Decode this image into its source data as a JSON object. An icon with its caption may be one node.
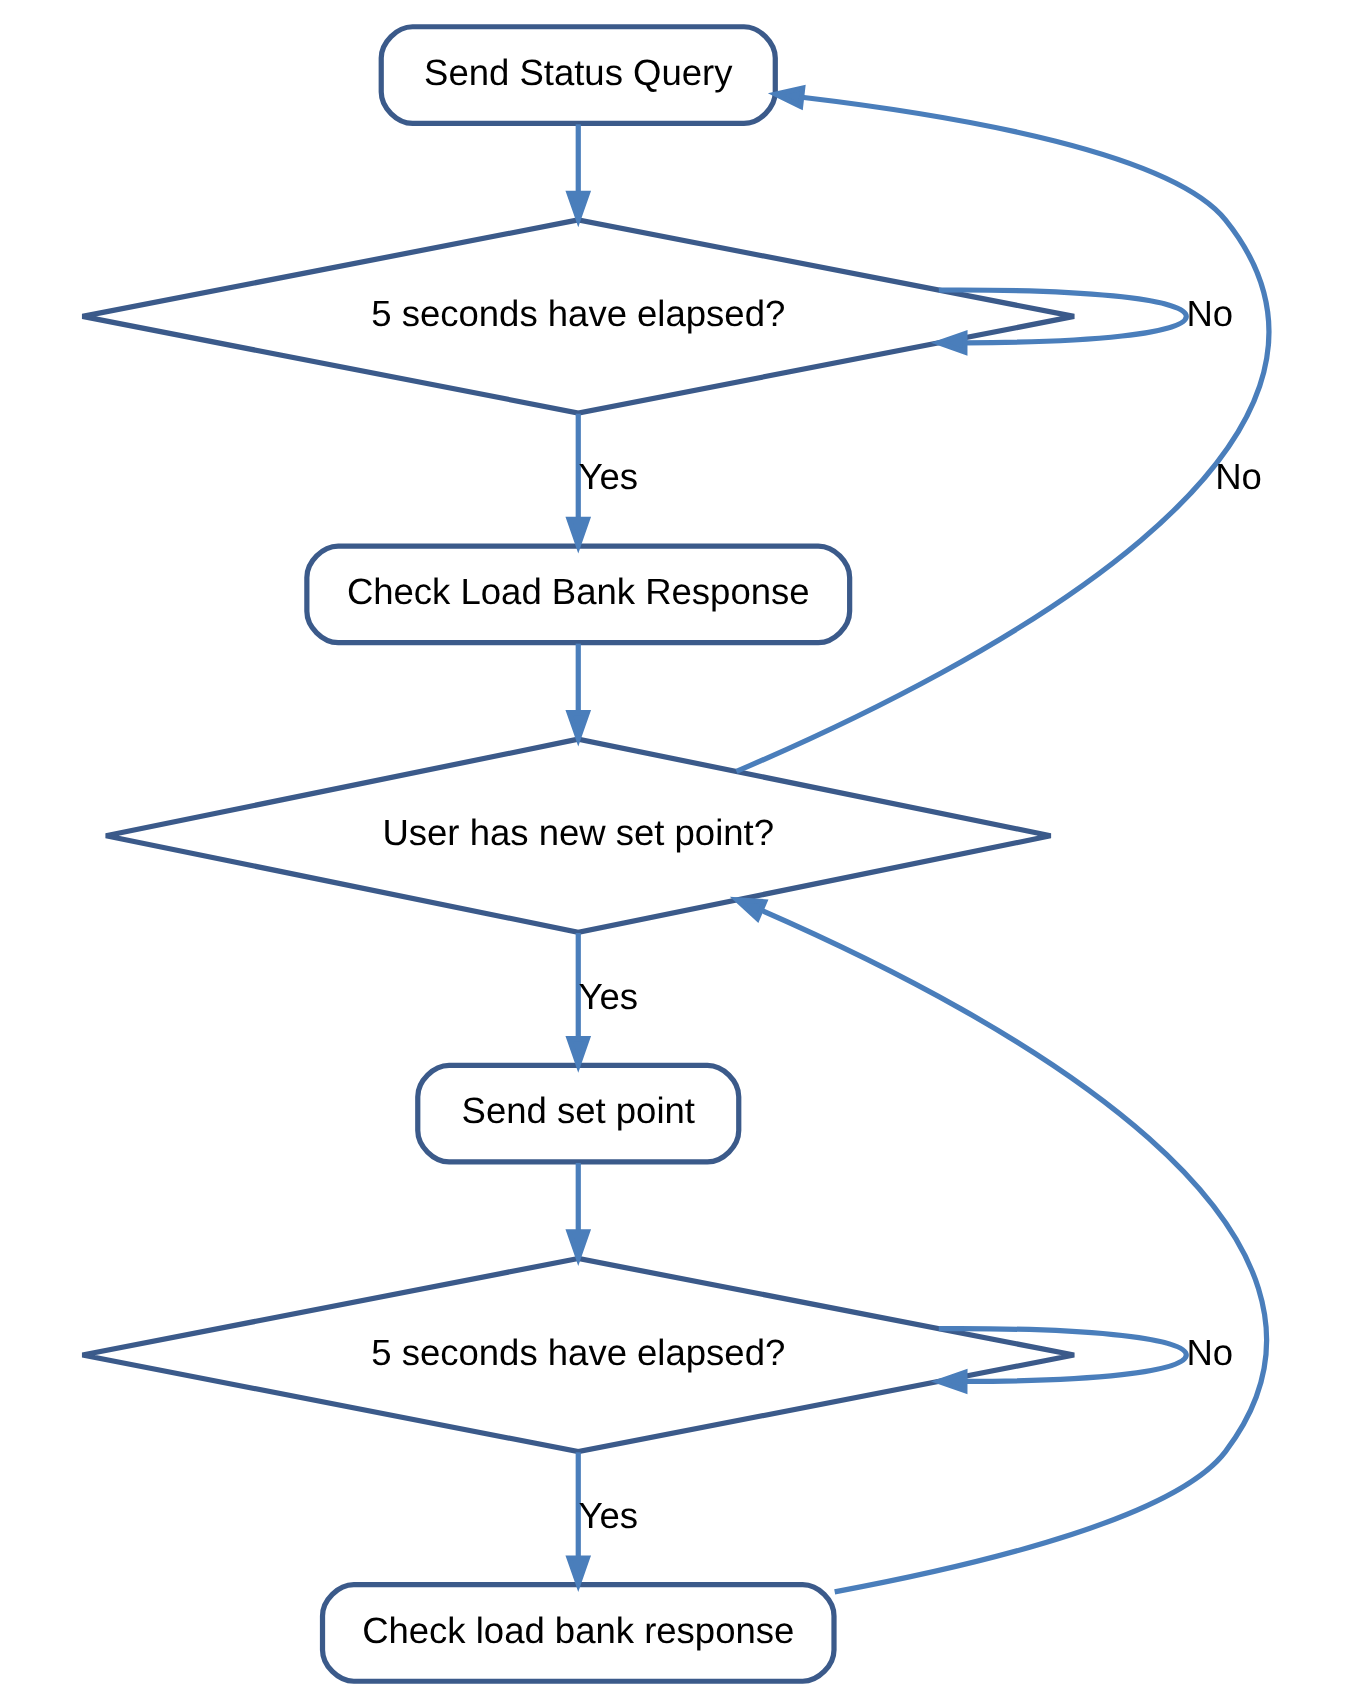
{
  "diagram": {
    "nodes": [
      {
        "text": [
          "Send Status Query"
        ]
      },
      {
        "text": [
          "5 seconds have elapsed?"
        ]
      },
      {
        "text": [
          "Check Load Bank Response"
        ]
      },
      {
        "text": [
          "User has new set point?"
        ]
      },
      {
        "text": [
          "Send set point"
        ]
      },
      {
        "text": [
          "5 seconds have elapsed?"
        ]
      },
      {
        "text": [
          "Check load bank response"
        ]
      }
    ],
    "edges": [
      {
        "from": 0,
        "to": 1,
        "arrow": "to"
      },
      {
        "from": 1,
        "to": 1,
        "label": "No",
        "arrow": "to"
      },
      {
        "from": 1,
        "to": 2,
        "label": "Yes",
        "arrow": "to"
      },
      {
        "from": 2,
        "to": 3,
        "arrow": "to"
      },
      {
        "from": 3,
        "to": 0,
        "label": "No",
        "arrow": "to"
      },
      {
        "from": 3,
        "to": 4,
        "label": "Yes",
        "arrow": "to"
      },
      {
        "from": 4,
        "to": 5,
        "arrow": "to"
      },
      {
        "from": 5,
        "to": 5,
        "label": "No",
        "arrow": "to"
      },
      {
        "from": 5,
        "to": 6,
        "label": "Yes",
        "arrow": "to"
      },
      {
        "from": 6,
        "to": 3,
        "arrow": "to"
      }
    ]
  }
}
